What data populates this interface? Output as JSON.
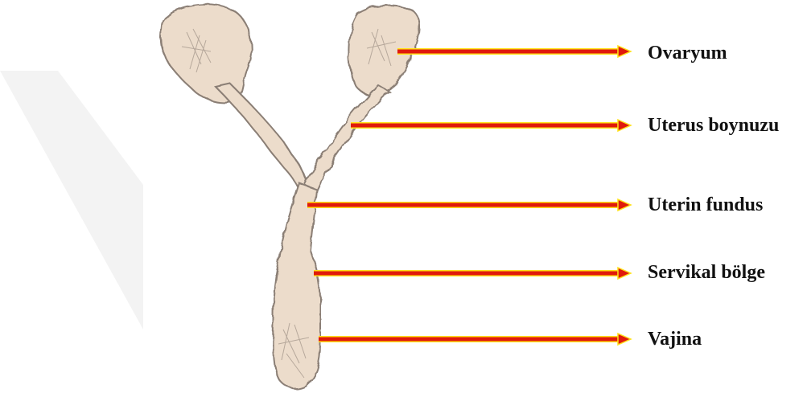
{
  "diagram": {
    "colors": {
      "organ_fill": "#ecdccb",
      "organ_edge": "#8a7e74",
      "arrow_core": "#e01a0c",
      "arrow_glow": "#ffe21a",
      "watermark": "#f3f3f3"
    },
    "labels": {
      "ovary": "Ovaryum",
      "uterine_horn": "Uterus boynuzu",
      "uterine_fundus": "Uterin fundus",
      "cervical_region": "Servikal bölge",
      "vagina": "Vajina"
    }
  }
}
